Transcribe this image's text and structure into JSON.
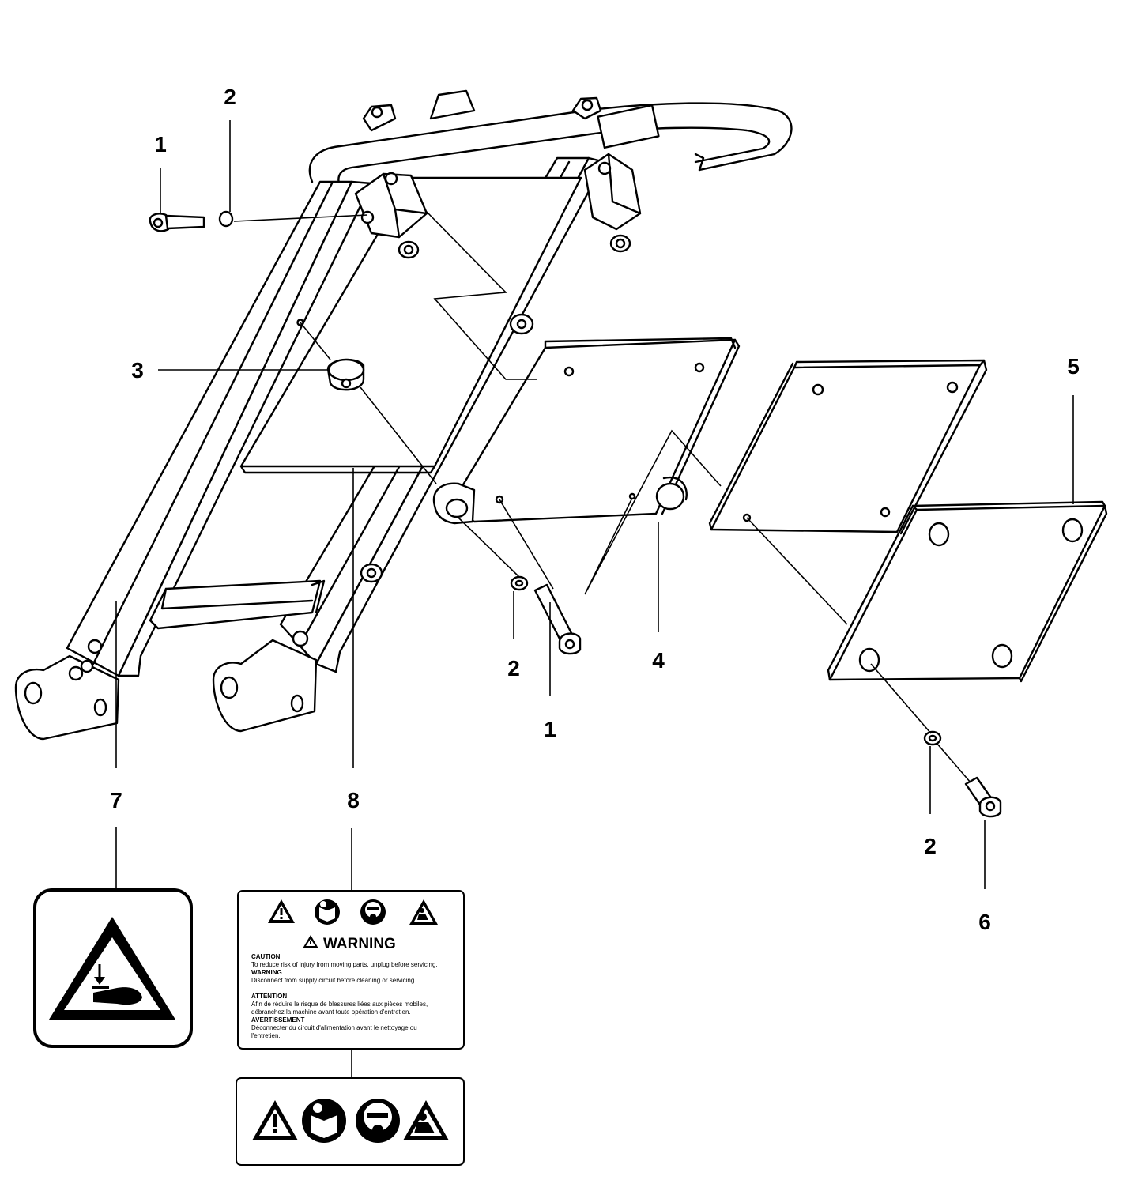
{
  "callouts": {
    "c1_top": "1",
    "c2_top": "2",
    "c3": "3",
    "c5": "5",
    "c2_mid": "2",
    "c4": "4",
    "c1_mid": "1",
    "c7": "7",
    "c8": "8",
    "c2_right": "2",
    "c6": "6"
  },
  "warning_label": {
    "heading": "WARNING",
    "line1": "CAUTION",
    "line2": "To reduce risk of injury from moving parts, unplug before servicing.",
    "line3": "WARNING",
    "line4": "Disconnect from supply circuit before cleaning or servicing.",
    "line5": "ATTENTION",
    "line6": "Afin de réduire le risque de blessures liées aux pièces mobiles,",
    "line7": "débranchez la machine avant toute opération d'entretien.",
    "line8": "AVERTISSEMENT",
    "line9": "Déconnecter du circuit d'alimentation avant le nettoyage ou",
    "line10": "l'entretien."
  },
  "icons": {
    "crush": "hand-crush-warning-icon",
    "caution": "caution-triangle-icon",
    "manual": "read-manual-icon",
    "mask": "respirator-mask-icon",
    "hazard": "operator-hazard-icon"
  }
}
